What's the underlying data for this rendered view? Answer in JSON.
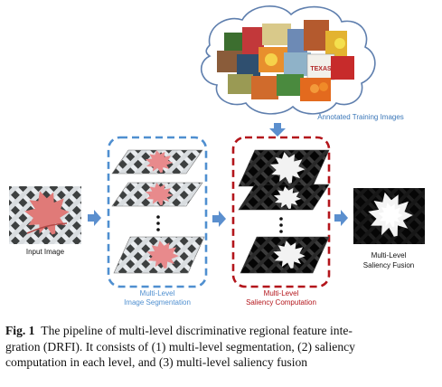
{
  "labels": {
    "training": "Annotated Training Images",
    "input": "Input Image",
    "segmentation_line1": "Multi-Level",
    "segmentation_line2": "Image Segmentation",
    "saliency_line1": "Multi-Level",
    "saliency_line2": "Saliency Computation",
    "fusion_line1": "Multi-Level",
    "fusion_line2": "Saliency Fusion"
  },
  "photo_card_text": "TEXAS",
  "caption": {
    "fig_label": "Fig. 1",
    "text_line1": "The pipeline of multi-level discriminative regional feature inte-",
    "text_line2": "gration (DRFI). It consists of (1) multi-level segmentation, (2) saliency",
    "text_line3": "computation in each level, and (3) multi-level saliency fusion"
  },
  "colors": {
    "segmentation_box": "#4f8fd0",
    "saliency_box": "#b3151b",
    "arrow": "#5b8fce",
    "training_label": "#3b77b8",
    "saliency_label": "#b3151b"
  }
}
